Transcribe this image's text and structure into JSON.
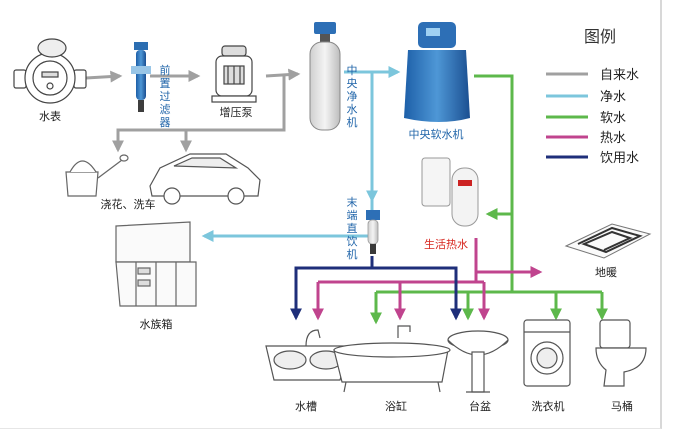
{
  "legend": {
    "title": "图例",
    "items": [
      {
        "label": "自来水",
        "color": "#a0a0a0"
      },
      {
        "label": "净水",
        "color": "#7cc6dc"
      },
      {
        "label": "软水",
        "color": "#5db84b"
      },
      {
        "label": "热水",
        "color": "#c0448e"
      },
      {
        "label": "饮用水",
        "color": "#1f2f7a"
      }
    ]
  },
  "labels": {
    "meter": "水表",
    "prefilter": [
      "前",
      "置",
      "过",
      "滤",
      "器"
    ],
    "pump": "增压泵",
    "central_purifier": [
      "中",
      "央",
      "净",
      "水",
      "机"
    ],
    "central_softener": "中央软水机",
    "garden_car": "浇花、洗车",
    "end_drinker": [
      "末",
      "端",
      "直",
      "饮",
      "机"
    ],
    "heater": "生活热水",
    "floor_heating": "地暖",
    "aquarium": "水族箱",
    "sink": "水槽",
    "bathtub": "浴缸",
    "basin": "台盆",
    "washer": "洗衣机",
    "toilet": "马桶"
  },
  "colors": {
    "tap": "#a0a0a0",
    "pure": "#7cc6dc",
    "soft": "#5db84b",
    "hot": "#c0448e",
    "drink": "#1f2f7a",
    "heater_label": "#d7261e"
  }
}
